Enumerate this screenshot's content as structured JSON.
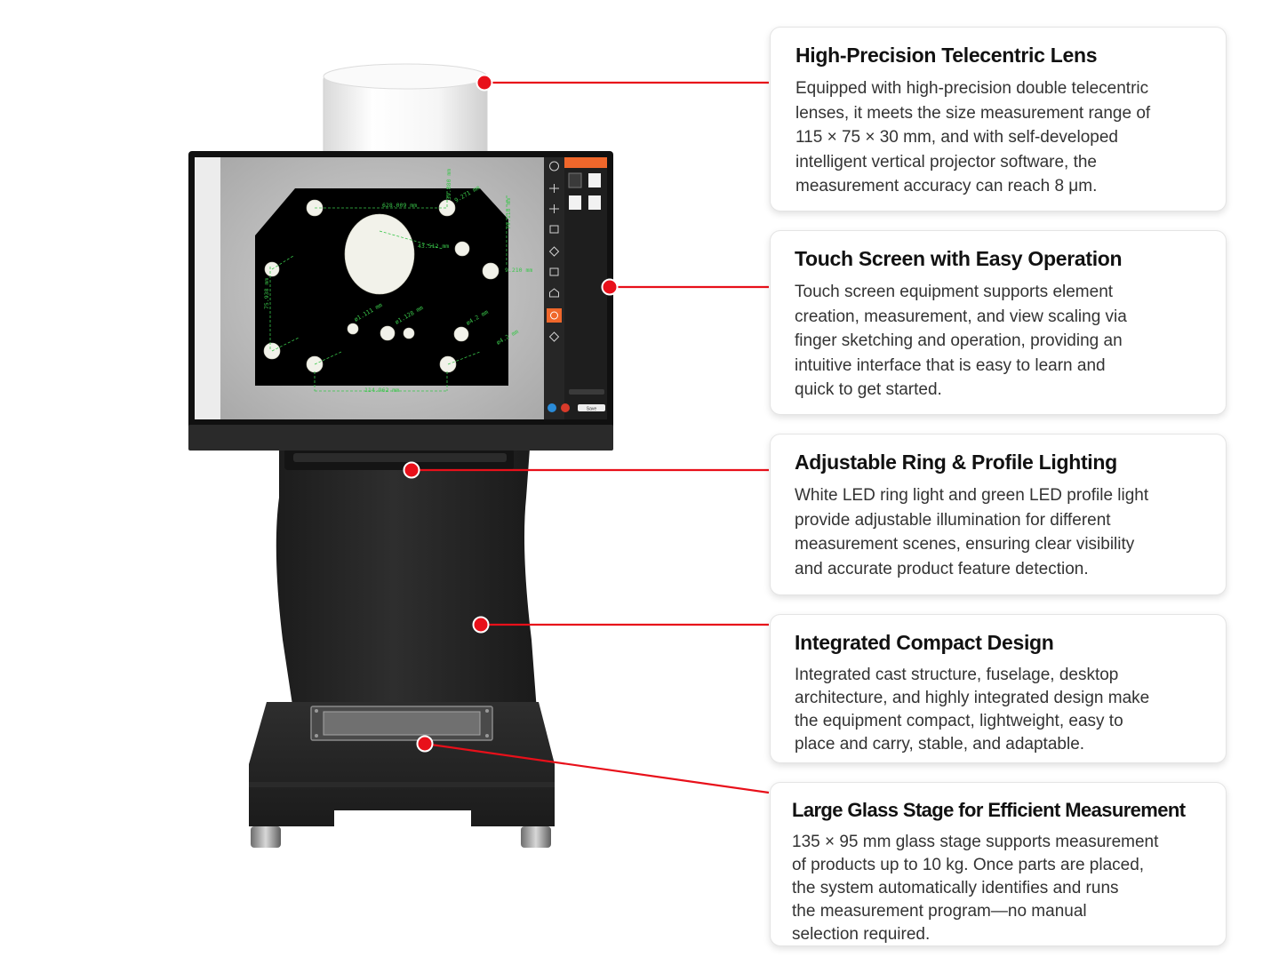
{
  "colors": {
    "accent": "#e8101a",
    "machine_body": "#232323",
    "screen_green": "#39c64a",
    "ui_orange": "#f0672b"
  },
  "screen": {
    "dimensions": {
      "top": "628.009 mm",
      "right_top": "39.880 mm",
      "circle_mid": "43.512 mm",
      "top_right_hole": "9.271 mm",
      "right_hole": "9.210 mm",
      "right_vertical": "79.118 mm",
      "left_vertical": "75.938 mm",
      "bottom": "114.962 mm"
    },
    "small_labels": [
      "ø1.111 mm",
      "ø1.128 mm",
      "ø4.2 mm",
      "ø4.2 mm"
    ],
    "panel_buttons": [
      "Save"
    ]
  },
  "features": [
    {
      "title": "High-Precision Telecentric Lens",
      "lines": [
        "Equipped with high-precision double telecentric",
        "lenses, it meets the size measurement range of",
        "115 × 75 × 30 mm, and with self-developed",
        "intelligent vertical projector software, the",
        "measurement accuracy can reach 8 μm."
      ]
    },
    {
      "title": "Touch Screen with Easy Operation",
      "lines": [
        "Touch screen equipment supports element",
        "creation, measurement, and view scaling via",
        "finger sketching and operation, providing an",
        "intuitive interface that is easy to learn and",
        "quick to get started."
      ]
    },
    {
      "title": "Adjustable Ring & Profile Lighting",
      "lines": [
        "White LED ring light and green LED profile light",
        "provide adjustable illumination for different",
        "measurement scenes, ensuring clear visibility",
        "and accurate product feature detection."
      ]
    },
    {
      "title": "Integrated Compact Design",
      "lines": [
        "Integrated cast structure, fuselage, desktop",
        "architecture, and highly integrated design make",
        "the equipment compact, lightweight, easy to",
        "place and carry, stable, and adaptable."
      ]
    },
    {
      "title": "Large Glass Stage for Efficient Measurement",
      "lines": [
        "135 × 95 mm glass stage supports measurement",
        "of products up to 10 kg. Once parts are placed,",
        "the system automatically identifies and runs",
        "the measurement program—no manual",
        "selection required."
      ]
    }
  ]
}
